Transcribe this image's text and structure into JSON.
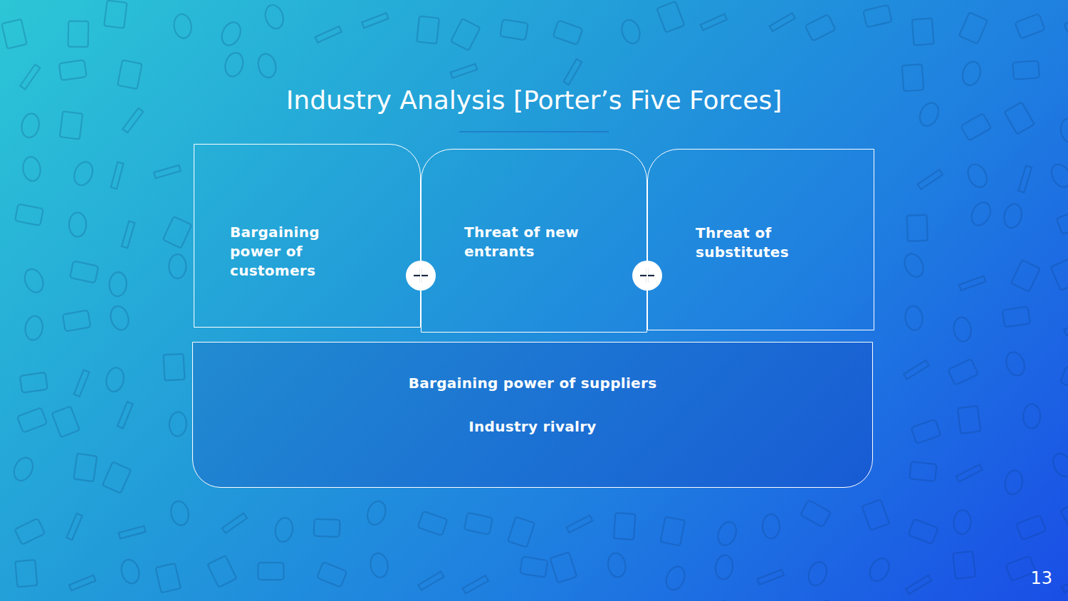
{
  "diagram": {
    "title": "Industry Analysis [Porter’s Five Forces]",
    "nodes": [
      {
        "text": [
          "Bargaining power of customers"
        ]
      },
      {
        "text": [
          "Threat of new entrants"
        ]
      },
      {
        "text": [
          "Threat of substitutes"
        ]
      },
      {
        "text": [
          "Bargaining power of suppliers",
          "Industry rivalry"
        ]
      }
    ],
    "labels": [
      "13"
    ]
  }
}
